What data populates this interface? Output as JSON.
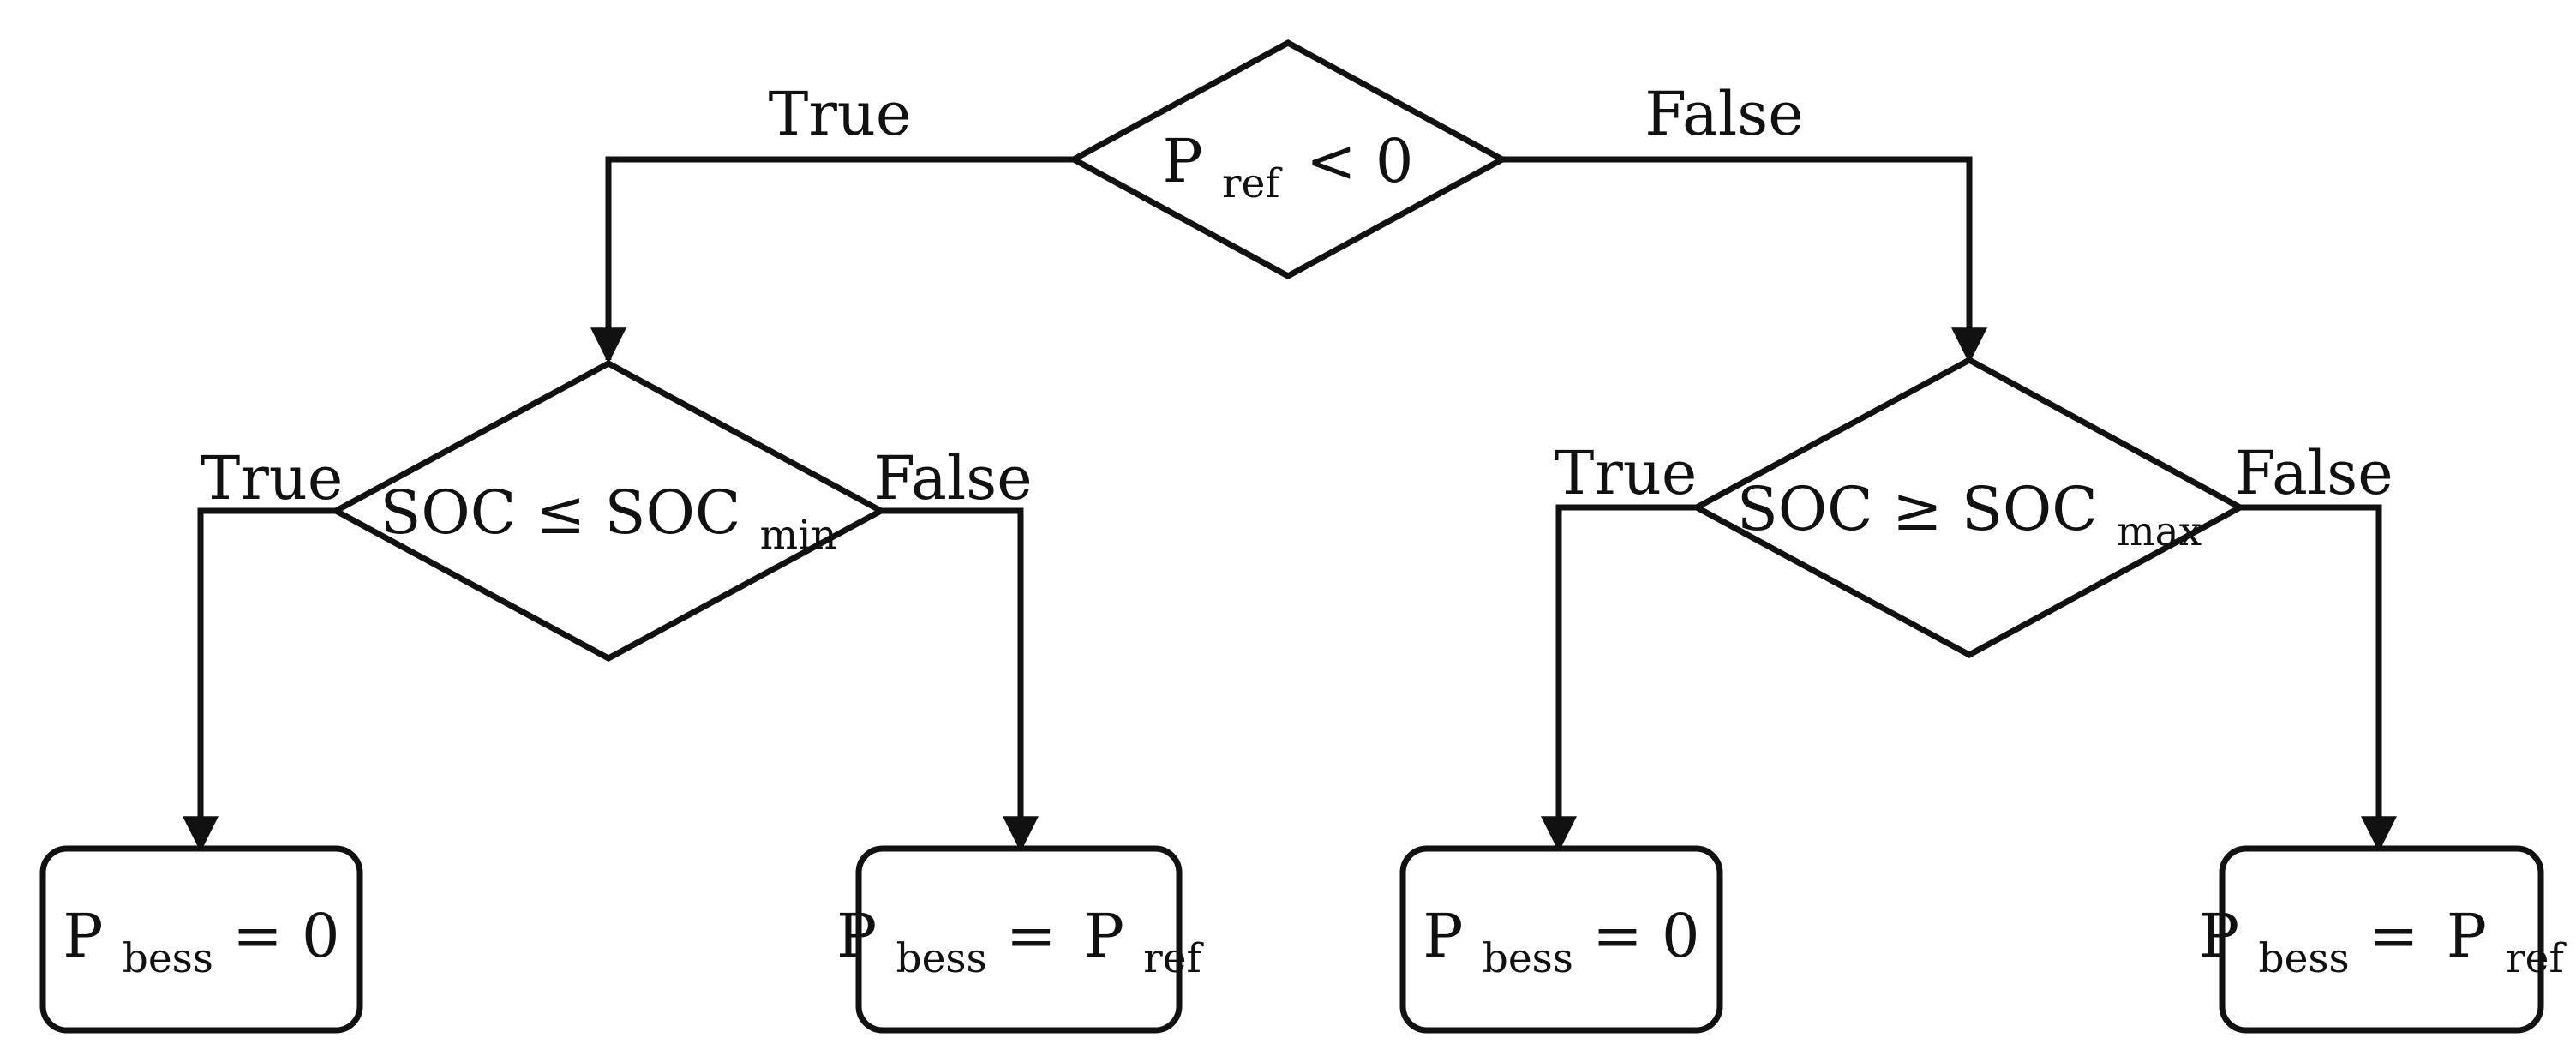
{
  "colors": {
    "line": "#111111",
    "background": "#ffffff"
  },
  "labels": {
    "true": "True",
    "false": "False"
  },
  "decisions": {
    "root": {
      "lhs": "P",
      "lhs_sub": "ref",
      "rest": "< 0"
    },
    "left": {
      "text": "SOC ≤ SOC",
      "sub": "min"
    },
    "right": {
      "text": "SOC ≥ SOC",
      "sub": "max"
    }
  },
  "outcomes": {
    "zero": {
      "lhs": "P",
      "lhs_sub": "bess",
      "rhs": "= 0"
    },
    "pref": {
      "lhs": "P",
      "lhs_sub": "bess",
      "eq": "=",
      "rhs": "P",
      "rhs_sub": "ref"
    }
  }
}
